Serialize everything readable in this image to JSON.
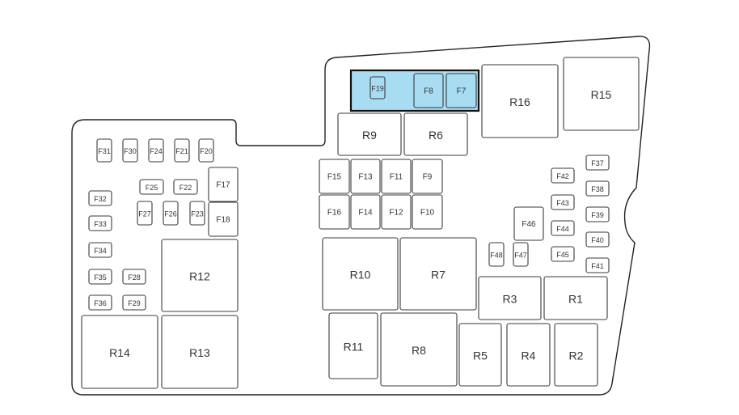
{
  "title": "Fuse box layout diagram",
  "highlight_color": "#a8dcf2",
  "highlighted_group": [
    "F19",
    "F8",
    "F7"
  ],
  "fuses_small": [
    "F31",
    "F30",
    "F24",
    "F21",
    "F20",
    "F25",
    "F22",
    "F27",
    "F26",
    "F23",
    "F32",
    "F33",
    "F34",
    "F35",
    "F28",
    "F36",
    "F29",
    "F19",
    "F48",
    "F47",
    "F42",
    "F43",
    "F44",
    "F45",
    "F37",
    "F38",
    "F39",
    "F40",
    "F41"
  ],
  "fuses_medium": [
    "F17",
    "F18",
    "F8",
    "F7",
    "F15",
    "F13",
    "F11",
    "F9",
    "F16",
    "F14",
    "F12",
    "F10",
    "F46"
  ],
  "relays": [
    "R1",
    "R2",
    "R3",
    "R4",
    "R5",
    "R6",
    "R7",
    "R8",
    "R9",
    "R10",
    "R11",
    "R12",
    "R13",
    "R14",
    "R15",
    "R16"
  ],
  "labels": {
    "F31": "F31",
    "F30": "F30",
    "F24": "F24",
    "F21": "F21",
    "F20": "F20",
    "F25": "F25",
    "F22": "F22",
    "F27": "F27",
    "F26": "F26",
    "F23": "F23",
    "F17": "F17",
    "F18": "F18",
    "F32": "F32",
    "F33": "F33",
    "F34": "F34",
    "F35": "F35",
    "F28": "F28",
    "F36": "F36",
    "F29": "F29",
    "F19": "F19",
    "F8": "F8",
    "F7": "F7",
    "F15": "F15",
    "F13": "F13",
    "F11": "F11",
    "F9": "F9",
    "F16": "F16",
    "F14": "F14",
    "F12": "F12",
    "F10": "F10",
    "F46": "F46",
    "F48": "F48",
    "F47": "F47",
    "F42": "F42",
    "F43": "F43",
    "F44": "F44",
    "F45": "F45",
    "F37": "F37",
    "F38": "F38",
    "F39": "F39",
    "F40": "F40",
    "F41": "F41",
    "R1": "R1",
    "R2": "R2",
    "R3": "R3",
    "R4": "R4",
    "R5": "R5",
    "R6": "R6",
    "R7": "R7",
    "R8": "R8",
    "R9": "R9",
    "R10": "R10",
    "R11": "R11",
    "R12": "R12",
    "R13": "R13",
    "R14": "R14",
    "R15": "R15",
    "R16": "R16"
  }
}
